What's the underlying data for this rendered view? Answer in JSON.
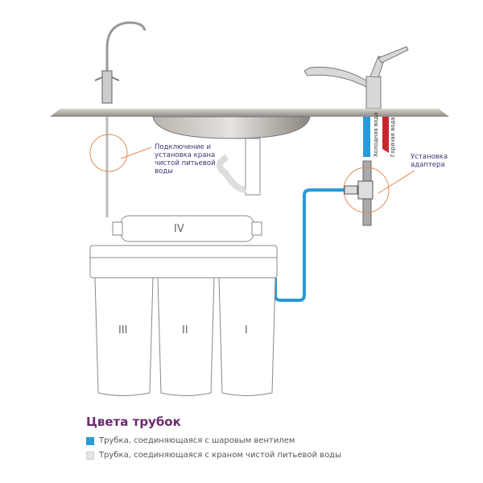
{
  "labels": {
    "faucet_connection": [
      "Подключение и",
      "установка крана",
      "чистой питьевой",
      "воды"
    ],
    "adapter_install": [
      "Установка",
      "адаптера"
    ],
    "cold_water": "Холодная вода",
    "hot_water": "Горячая вода"
  },
  "stages": {
    "iv": "IV",
    "iii": "III",
    "ii": "II",
    "i": "I"
  },
  "legend": {
    "title": "Цвета трубок",
    "items": [
      {
        "label": "Трубка, соединяющаяся с шаровым вентилем",
        "color": "#2a9ad6"
      },
      {
        "label": "Трубка, соединяющаяся с краном чистой питьевой воды",
        "color": "#e6e6e6"
      }
    ]
  },
  "colors": {
    "blue_tube": "#2a9ad6",
    "hot": "#c8262f",
    "accent": "#6b2a6e",
    "callout": "#e08a55"
  }
}
